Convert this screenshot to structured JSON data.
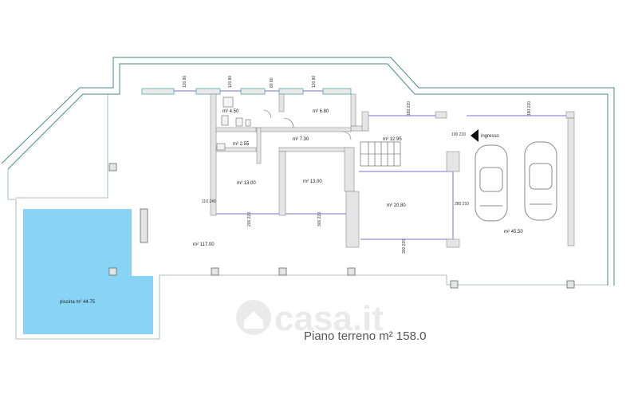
{
  "plan": {
    "title": "Piano terreno m²  158.0",
    "watermark": "casa.it",
    "entrance": "ingresso",
    "rooms": {
      "bath1": "m² 4.50",
      "room_a": "m² 6.80",
      "hall": "m² 7.30",
      "stairs": "m² 12.95",
      "wc": "m² 2.55",
      "bed1": "m² 13.00",
      "bed2": "m² 13.00",
      "living": "m² 20.80",
      "garage": "m² 45.50",
      "terrace": "m² 117.00",
      "pool": "piscina m² 44.75"
    },
    "dims": {
      "d1": "120 80",
      "d2": "120 80",
      "d3": "80 80",
      "d4": "120 80",
      "d5": "180 220",
      "d6": "180 220",
      "d7": "100 210",
      "d8": "110 240",
      "d9": "200 220",
      "d10": "300 220",
      "d11": "280 210",
      "d12": "300 220"
    },
    "colors": {
      "pool": "#87d4f5",
      "wall": "#dcdcdc",
      "glass": "#7a6fd1",
      "outline": "#4a8a8a"
    }
  }
}
